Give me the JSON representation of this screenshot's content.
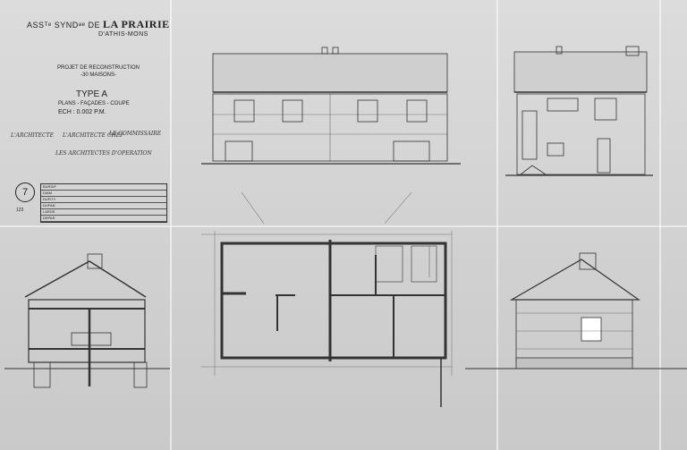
{
  "title": {
    "association": "ASSᵀᵉ SYNDᵃᵉ DE",
    "name": "LA PRAIRIE",
    "location": "D'ATHIS-MONS"
  },
  "project": {
    "line1": "PROJET DE RECONSTRUCTION",
    "line2": "-30 MAISONS-"
  },
  "type_label": "TYPE A",
  "drawings": "PLANS - FAÇADES - COUPE",
  "scale": "ECH : 0.002 P.M.",
  "sheet_number": "7",
  "ref": "123",
  "signatures": [
    "L'ARCHITECTE",
    "L'ARCHITECTE CHEF",
    "LE COMMISSAIRE",
    "LES ARCHITECTES D'OPERATION"
  ],
  "table_rows": [
    "BURDIF",
    "DIAM",
    "DUFITY",
    "DUFAN",
    "LARGE",
    "DEPAR"
  ]
}
